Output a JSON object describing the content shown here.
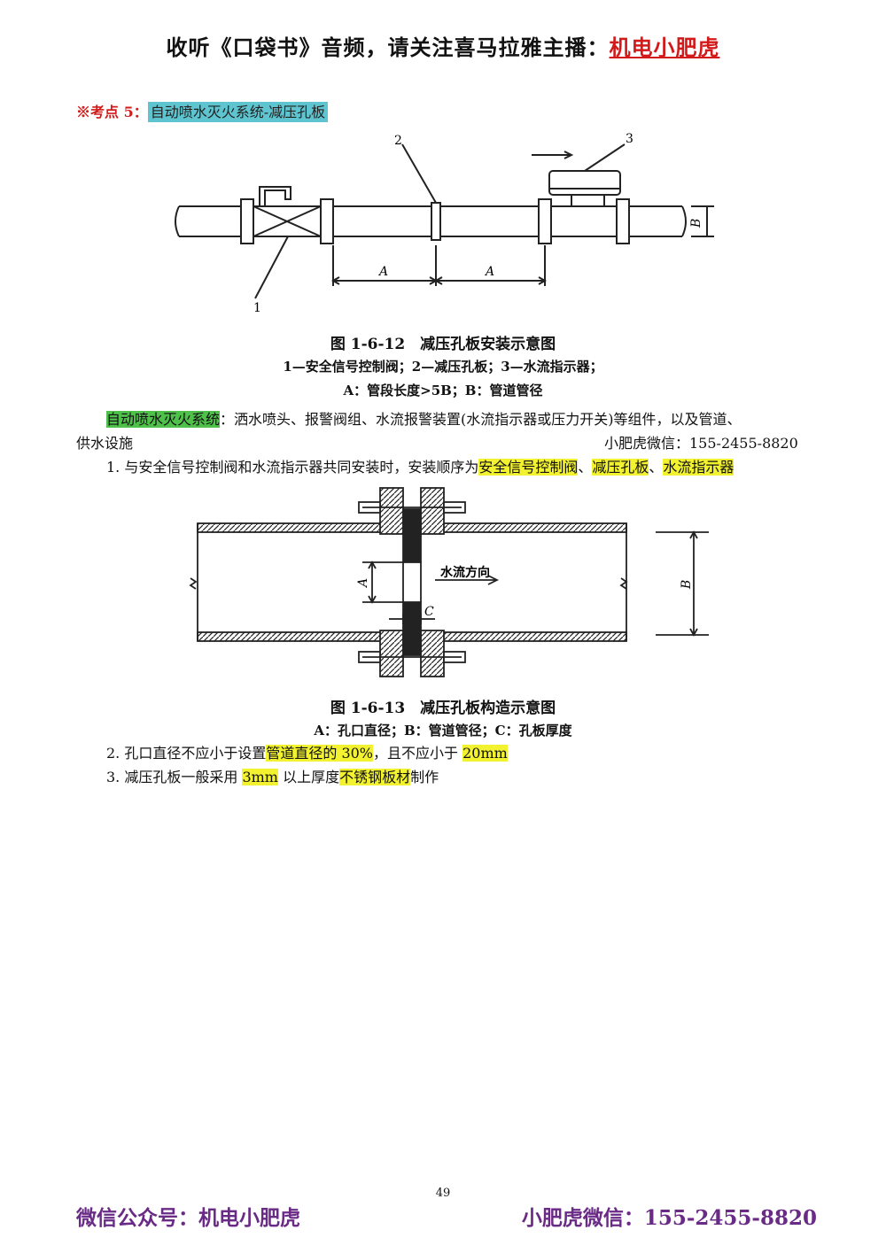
{
  "header": {
    "prefix": "收听《口袋书》音频，请关注喜马拉雅主播：",
    "anchor": "机电小肥虎"
  },
  "section": {
    "label": "※考点 5：",
    "topic": "自动喷水灭火系统-减压孔板"
  },
  "figure1": {
    "title": "图 1-6-12　减压孔板安装示意图",
    "legend1": "1—安全信号控制阀；2—减压孔板；3—水流指示器；",
    "legend2": "A：管段长度>5B；B：管道管径",
    "labels": {
      "n1": "1",
      "n2": "2",
      "n3": "3",
      "a1": "A",
      "a2": "A",
      "b": "B"
    }
  },
  "para1": {
    "term": "自动喷水灭火系统",
    "text": "：洒水喷头、报警阀组、水流报警装置(水流指示器或压力开关)等组件，以及管道、",
    "line2": "供水设施",
    "contact": "小肥虎微信：155-2455-8820"
  },
  "item1": {
    "prefix": "1. 与安全信号控制阀和水流指示器共同安装时，安装顺序为",
    "h1": "安全信号控制阀",
    "sep1": "、",
    "h2": "减压孔板",
    "sep2": "、",
    "h3": "水流指示器"
  },
  "figure2": {
    "title": "图 1-6-13　减压孔板构造示意图",
    "legend": "A：孔口直径；B：管道管径；C：孔板厚度",
    "labels": {
      "a": "A",
      "b": "B",
      "c": "C",
      "flow": "水流方向"
    }
  },
  "item2": {
    "prefix": "2. 孔口直径不应小于设置",
    "h1": "管道直径的 30%",
    "mid": "，且不应小于 ",
    "h2": "20mm"
  },
  "item3": {
    "prefix": "3. 减压孔板一般采用 ",
    "h1": "3mm",
    "mid": "  以上厚度",
    "h2": "不锈钢板材",
    "suffix": "制作"
  },
  "page_number": "49",
  "footer": {
    "left": "微信公众号：机电小肥虎",
    "right": "小肥虎微信：155-2455-8820"
  }
}
